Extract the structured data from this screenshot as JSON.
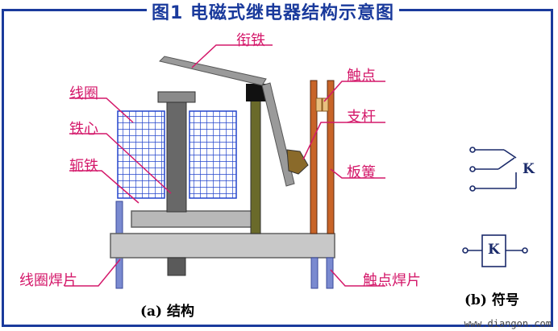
{
  "title": "图1  电磁式继电器结构示意图",
  "labels": {
    "armature": "衔铁",
    "coil": "线圈",
    "core": "铁心",
    "yoke": "轭铁",
    "contact": "触点",
    "support": "支杆",
    "spring_plate": "板簧",
    "coil_solder": "线圈焊片",
    "contact_solder": "触点焊片"
  },
  "captions": {
    "a": "(a)  结构",
    "b": "(b)  符号"
  },
  "symbol_letter": "K",
  "watermark": "www.diangon.com",
  "colors": {
    "frame": "#1a3a9c",
    "label": "#d4186a",
    "coil_grid": "#2244cc",
    "spring": "#c86428",
    "leader": "#d4186a"
  }
}
